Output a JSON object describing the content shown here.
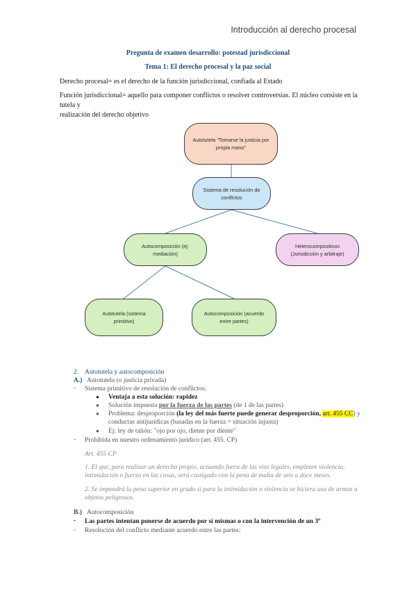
{
  "header": {
    "title": "Introducción al derecho procesal"
  },
  "titles": {
    "question": "Pregunta de examen desarrollo: potestad jurisdiccional",
    "theme": "Tema 1: El derecho procesal y la paz social"
  },
  "paragraphs": {
    "def1": "Derecho procesal= es el derecho de la función jurisdiccional, confiada al Estado",
    "def2_line1": "Función jurisdiccional= aquello para componer conflictos o resolver controversias. El núcleo consiste en la tutela y",
    "def2_line2": "realización del derecho objetivo"
  },
  "diagram": {
    "autotutela": "Autotutela \"Tomarse la justicia por propia mano\"",
    "sistema": "Sistema de resolución de conflictos",
    "autocomposicion_med": "Autocomposición (ej: mediación)",
    "heterocompositivos": "Heterocompositivos (Jurisdicción y arbitraje)",
    "autotutela_prim": "Autotutela (sistema primitivo)",
    "autocomposicion_acu": "Autocomposición (acuerdo entre partes)"
  },
  "section2": {
    "number": "2.",
    "title": "Autotutela y autocomposición",
    "a_label": "A.)",
    "a_title": "Autotutela (o justicia privada)",
    "a_item1": "Sistema primitivo de resolución de conflictos:",
    "b1": "Ventaja a esta solución: rapidez",
    "b2_pre": "Solución impuesta ",
    "b2_u": "por la fuerza de las partes",
    "b2_post": " (de 1 de las partes)",
    "b3_pre": "Problema: desproporción ",
    "b3_bold": "(la ley del más fuerte puede generar desproporción, ",
    "b3_hl": "art. 455 CC",
    "b3_post": ") y",
    "b3_line2": "conductas antijurídicas (basadas en la fuerza = situación injusta)",
    "b4": "Ej: ley de talión: \"ojo por ojo, diente por diente\"",
    "a_item2": "Prohibida en nuestro ordenamiento jurídico (art. 455. CP)",
    "art_title": "Art. 455 CP",
    "art_p1_l1": "1. El que, para realizar un derecho propio, actuando fuera de las vías legales, empleare violencia,",
    "art_p1_l2": "intimidación o fuerza en las cosas, será castigado con la pena de multa de seis a doce meses.",
    "art_p2_l1": "2. Se impondrá la pena superior en grado si para la intimidación o violencia se hiciera uso de armas u",
    "art_p2_l2": "objetos peligrosos.",
    "b_label": "B.)",
    "b_title": "Autocomposición",
    "b_item1": "Las partes intentan ponerse de acuerdo por sí mismas o con la intervención de un 3º",
    "b_item2": "Resolución del conflicto mediante acuerdo entre las partes:"
  },
  "symbols": {
    "dash": "-",
    "bullet_filled": "●",
    "bullet_gray": "●"
  }
}
